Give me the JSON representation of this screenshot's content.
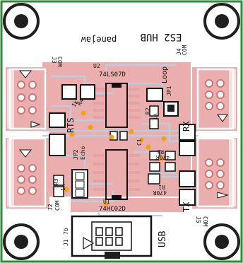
{
  "colors": {
    "board": "#2e8b3a",
    "copper": "#e8a0a0",
    "copper_dark": "#c87878",
    "silk": "#ffffff",
    "silk_text": "#111111",
    "trace": "#b8cfe0",
    "via": "#f2a015",
    "pad": "#1f1f1f"
  },
  "labels": {
    "board_title": "ES2 HUB",
    "author": "panejaw",
    "j3": "J3",
    "j3_com": "COM",
    "j4": "J4",
    "j4_com": "COM",
    "u2": "U2",
    "u2_part": "74LS07D",
    "loop": "Loop",
    "jp1": "JP1",
    "r4": "R4",
    "r4_val": "1k",
    "r2": "R2",
    "r2_val": "1k",
    "rts": "RTS",
    "rx": "RX",
    "jp2": "JP2",
    "jp2_echo": "Echo",
    "c1": "C1",
    "r5": "R5",
    "r5_val": "470R",
    "u1": "U1",
    "u1_part": "74HC02D",
    "r3": "R3",
    "r3_val": "1k",
    "j2": "J2",
    "j2_com": "COM",
    "r1": "R1",
    "r1_val": "470R",
    "tx": "TX",
    "j5": "J5",
    "j5_com": "COM",
    "j1": "J1",
    "j1_suffix": "7b",
    "usb": "USB"
  }
}
